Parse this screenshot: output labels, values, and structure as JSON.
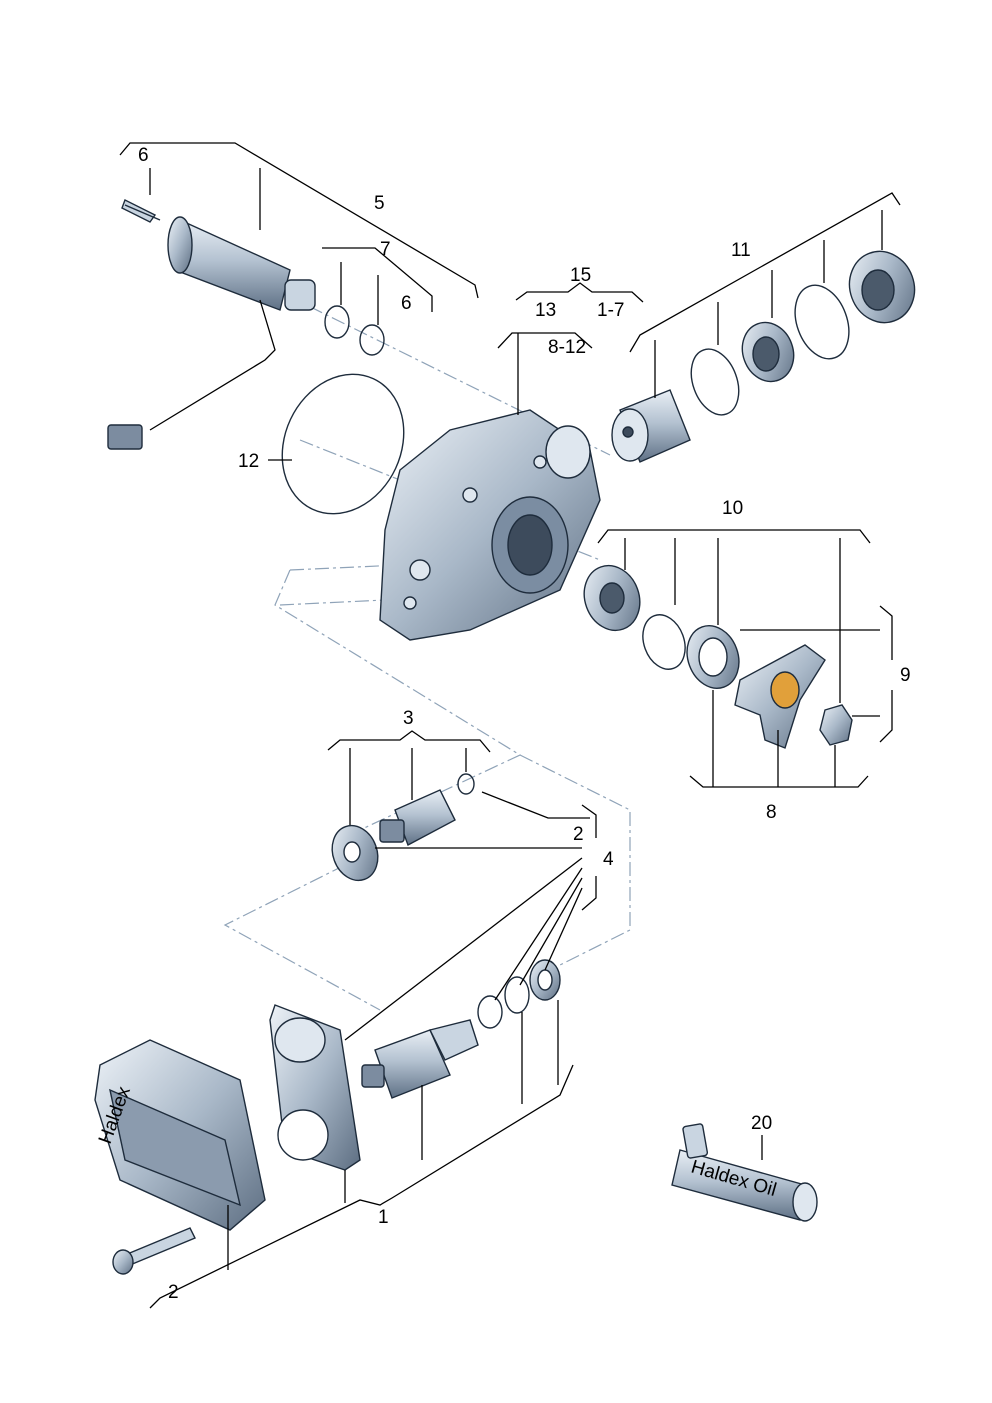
{
  "callouts": {
    "c1": "1",
    "c2a": "2",
    "c2b": "2",
    "c3": "3",
    "c4": "4",
    "c5": "5",
    "c6a": "6",
    "c6b": "6",
    "c7": "7",
    "c8": "8",
    "c8_12": "8-12",
    "c9": "9",
    "c10": "10",
    "c11": "11",
    "c12": "12",
    "c13": "13",
    "c15": "15",
    "c1_7": "1-7",
    "c20": "20"
  },
  "product_text": {
    "bottle": "Haldex Oil",
    "controller": "Haldex"
  }
}
